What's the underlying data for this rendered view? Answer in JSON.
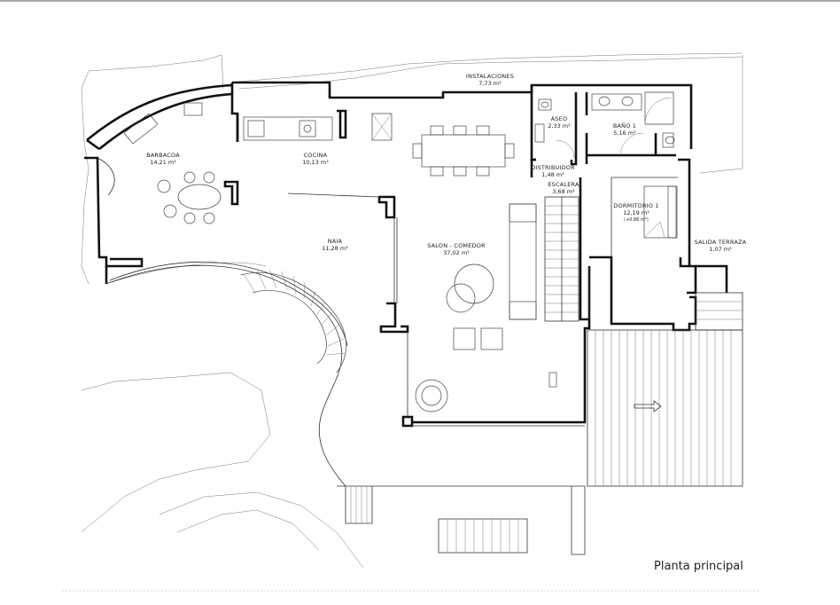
{
  "plan": {
    "title": "Planta principal",
    "rooms": [
      {
        "name": "INSTALACIONES",
        "area": "7,73 m²"
      },
      {
        "name": "ASEO",
        "area": "2,33 m²"
      },
      {
        "name": "BAÑO 1",
        "area": "5,16 m²"
      },
      {
        "name": "BARBACOA",
        "area": "14,21 m²"
      },
      {
        "name": "COCINA",
        "area": "10,13 m²"
      },
      {
        "name": "DISTRIBUIDOR",
        "area": "1,48 m²"
      },
      {
        "name": "ESCALERA",
        "area": "3,68 m²"
      },
      {
        "name": "DORMITORIO 1",
        "area": "12,19 m²",
        "note": "(+0,86 m²)"
      },
      {
        "name": "NAIA",
        "area": "11,28 m²"
      },
      {
        "name": "SALON - COMEDOR",
        "area": "37,02 m²"
      },
      {
        "name": "SALIDA TERRAZA",
        "area": "1,07 m²"
      }
    ]
  }
}
